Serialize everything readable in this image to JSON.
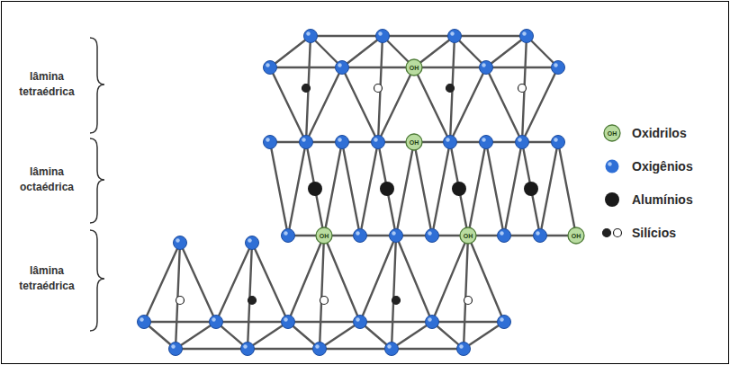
{
  "diagram": {
    "labels": [
      "lâmina tetraédrica",
      "lâmina octaédrica",
      "lâmina tetraédrica",
      "OH",
      "OH",
      "OH",
      "OH",
      "OH",
      "OH"
    ],
    "legend": [
      {
        "text": "Oxidrilos"
      },
      {
        "text": "Oxigênios",
        "color": "#2f6fd6"
      },
      {
        "text": "Alumínios",
        "color": "#1a1a1a"
      },
      {
        "text": "Silícios"
      }
    ]
  }
}
